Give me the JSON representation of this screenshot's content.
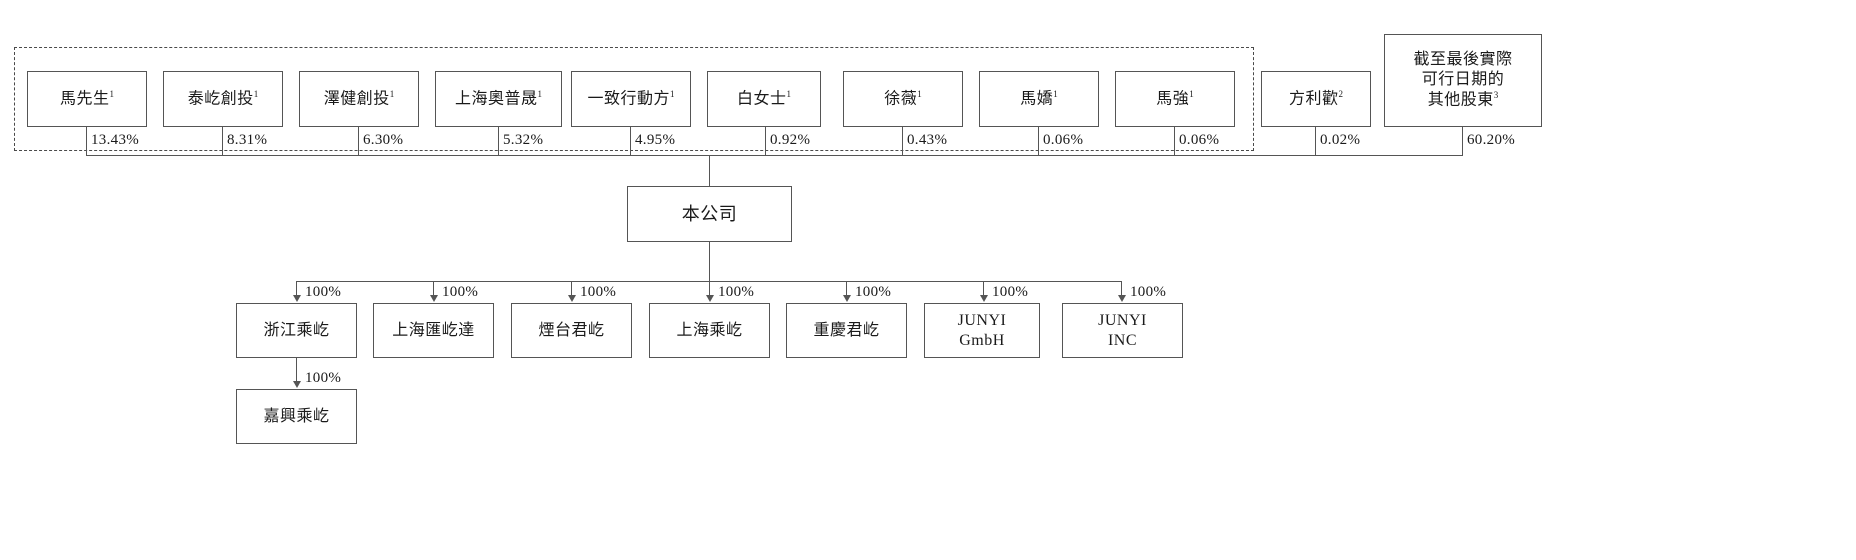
{
  "diagram": {
    "title": "Shareholding and corporate structure chart",
    "type": "org-chart",
    "company": {
      "label": "本公司"
    },
    "concert_party_group": {
      "is_dashed_border": true,
      "note": "Dashed boundary encloses the concert party shareholders"
    },
    "shareholders": [
      {
        "name": "馬先生",
        "footnote": "1",
        "percent": "13.43%",
        "in_dashed_group": true
      },
      {
        "name": "泰屹創投",
        "footnote": "1",
        "percent": "8.31%",
        "in_dashed_group": true
      },
      {
        "name": "澤健創投",
        "footnote": "1",
        "percent": "6.30%",
        "in_dashed_group": true
      },
      {
        "name": "上海奧普晟",
        "footnote": "1",
        "percent": "5.32%",
        "in_dashed_group": true
      },
      {
        "name": "一致行動方",
        "footnote": "1",
        "percent": "4.95%",
        "in_dashed_group": true
      },
      {
        "name": "白女士",
        "footnote": "1",
        "percent": "0.92%",
        "in_dashed_group": true
      },
      {
        "name": "徐薇",
        "footnote": "1",
        "percent": "0.43%",
        "in_dashed_group": true
      },
      {
        "name": "馬嬌",
        "footnote": "1",
        "percent": "0.06%",
        "in_dashed_group": true
      },
      {
        "name": "馬強",
        "footnote": "1",
        "percent": "0.06%",
        "in_dashed_group": true
      },
      {
        "name": "方利歡",
        "footnote": "2",
        "percent": "0.02%",
        "in_dashed_group": false
      },
      {
        "name": "截至最後實際\n可行日期的\n其他股東",
        "footnote": "3",
        "percent": "60.20%",
        "in_dashed_group": false
      }
    ],
    "subsidiaries": [
      {
        "name": "浙江乘屹",
        "percent": "100%"
      },
      {
        "name": "上海匯屹達",
        "percent": "100%"
      },
      {
        "name": "煙台君屹",
        "percent": "100%"
      },
      {
        "name": "上海乘屹",
        "percent": "100%"
      },
      {
        "name": "重慶君屹",
        "percent": "100%"
      },
      {
        "name": "JUNYI\nGmbH",
        "percent": "100%"
      },
      {
        "name": "JUNYI\nINC",
        "percent": "100%"
      }
    ],
    "sub_subsidiaries": [
      {
        "name": "嘉興乘屹",
        "percent": "100%",
        "parent": "浙江乘屹"
      }
    ],
    "colors": {
      "box_border": "#555555",
      "dashed_border": "#4a4a4a",
      "line": "#555555",
      "background": "#ffffff",
      "text": "#1a1a1a"
    }
  }
}
